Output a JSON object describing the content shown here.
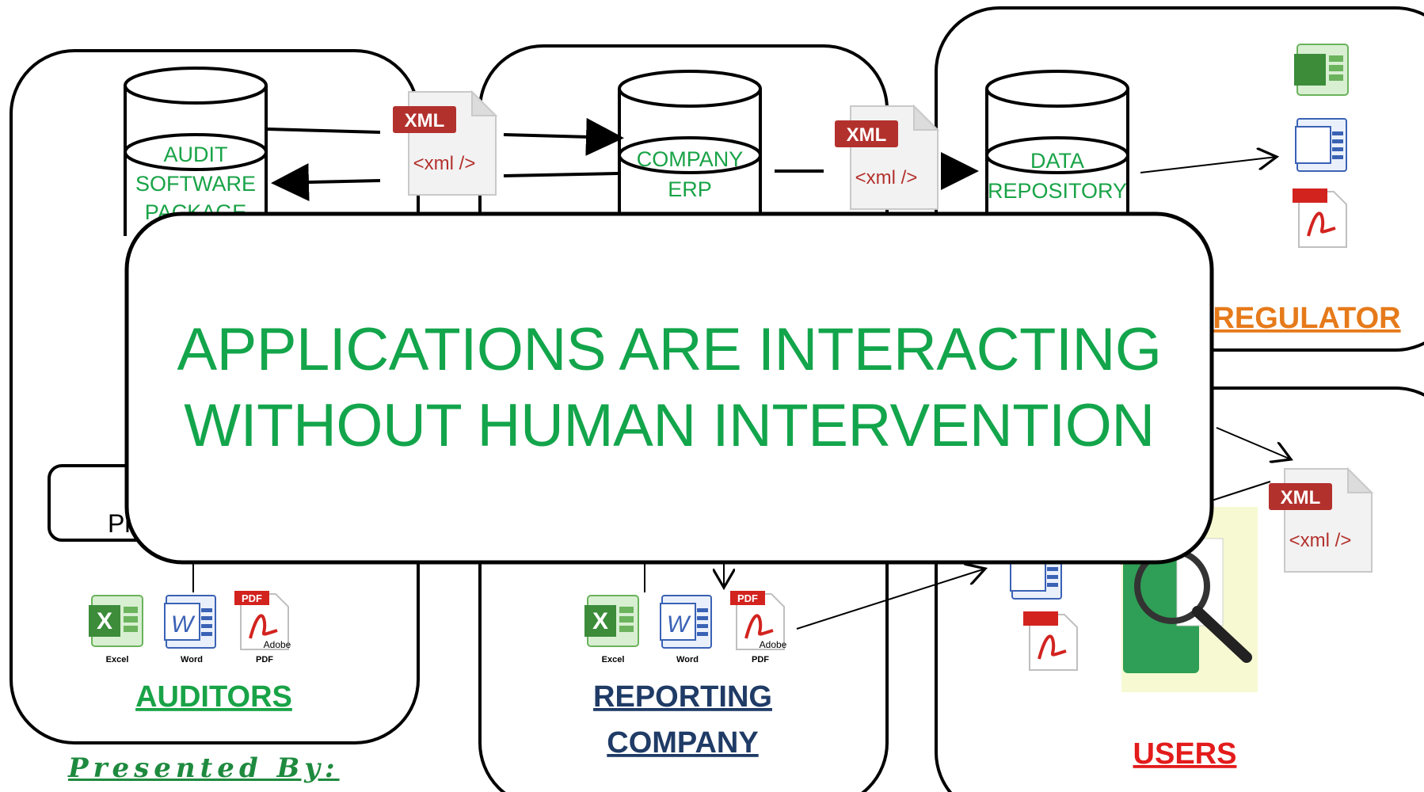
{
  "panels": {
    "auditors": {
      "title": "AUDITORS",
      "color": "#19a347"
    },
    "reporting_company": {
      "title_line1": "REPORTING",
      "title_line2": "COMPANY",
      "color": "#1f3b66"
    },
    "regulator": {
      "title": "REGULATOR",
      "color": "#e67a1a"
    },
    "users": {
      "title": "USERS",
      "color": "#e31b1b"
    }
  },
  "databases": {
    "audit": {
      "line1": "AUDIT",
      "line2": "SOFTWARE",
      "line3": "PACKAGE"
    },
    "erp": {
      "line1": "COMPANY",
      "line2": "ERP"
    },
    "repo": {
      "line1": "DATA",
      "line2": "REPOSITORY"
    }
  },
  "xml_icon": {
    "badge": "XML",
    "tag": "<xml />",
    "badge_color": "#b3312d"
  },
  "office_icons": {
    "excel": "Excel",
    "word": "Word",
    "pdf": "PDF",
    "adobe": "Adobe",
    "word_glyph": "W",
    "excel_glyph": "X"
  },
  "hidden_box": {
    "text": "Pl"
  },
  "overlay": {
    "line1": "APPLICATIONS ARE INTERACTING",
    "line2": "WITHOUT HUMAN INTERVENTION",
    "text_color": "#13a54b"
  },
  "footer": {
    "presented_by": "Presented By:"
  },
  "colors": {
    "green_text": "#19a347",
    "outline": "#000000"
  }
}
